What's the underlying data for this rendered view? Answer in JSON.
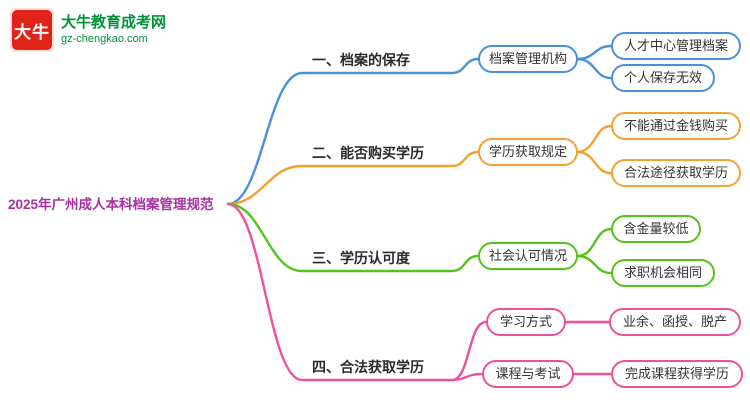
{
  "logo": {
    "icon_text": "大牛",
    "site_name": "大牛教育成考网",
    "site_url": "gz-chengkao.com",
    "brand_red": "#e2231a",
    "brand_green": "#00913a"
  },
  "root": {
    "label": "2025年广州成人本科档案管理规范",
    "color": "#ab2fa3"
  },
  "branches": [
    {
      "color": "#4a90d9",
      "level1": "一、档案的保存",
      "children": [
        {
          "label": "档案管理机构",
          "children": [
            "人才中心管理档案",
            "个人保存无效"
          ]
        }
      ]
    },
    {
      "color": "#f0a332",
      "level1": "二、能否购买学历",
      "children": [
        {
          "label": "学历获取规定",
          "children": [
            "不能通过金钱购买",
            "合法途径获取学历"
          ]
        }
      ]
    },
    {
      "color": "#52c41a",
      "level1": "三、学历认可度",
      "children": [
        {
          "label": "社会认可情况",
          "children": [
            "含金量较低",
            "求职机会相同"
          ]
        }
      ]
    },
    {
      "color": "#f0509b",
      "level1": "四、合法获取学历",
      "children": [
        {
          "label": "学习方式",
          "children": [
            "业余、函授、脱产"
          ]
        },
        {
          "label": "课程与考试",
          "children": [
            "完成课程获得学历"
          ]
        }
      ]
    }
  ]
}
